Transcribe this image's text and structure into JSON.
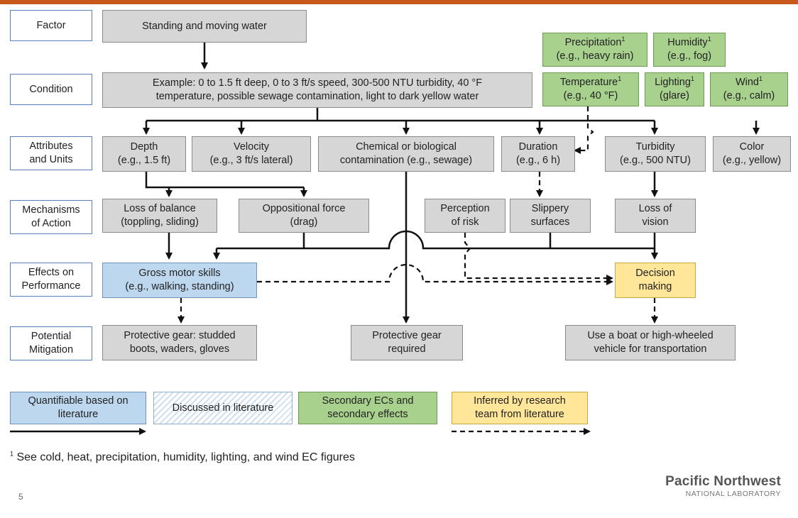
{
  "rows": {
    "factor": "Factor",
    "condition": "Condition",
    "attributes": "Attributes\nand Units",
    "mechanisms": "Mechanisms\nof Action",
    "effects": "Effects on\nPerformance",
    "mitigation": "Potential\nMitigation"
  },
  "factor": {
    "name": "Standing and moving water"
  },
  "condition": {
    "text": "Example: 0 to 1.5 ft deep, 0 to 3 ft/s speed, 300-500 NTU turbidity, 40 °F\ntemperature, possible sewage contamination, light to dark yellow water"
  },
  "secondary": {
    "precipitation": {
      "name": "Precipitation",
      "example": "(e.g., heavy rain)"
    },
    "humidity": {
      "name": "Humidity",
      "example": "(e.g., fog)"
    },
    "temperature": {
      "name": "Temperature",
      "example": "(e.g., 40 °F)"
    },
    "lighting": {
      "name": "Lighting",
      "example": "(glare)"
    },
    "wind": {
      "name": "Wind",
      "example": "(e.g., calm)"
    },
    "marker": "1"
  },
  "attributes": {
    "depth": "Depth\n(e.g., 1.5 ft)",
    "velocity": "Velocity\n(e.g., 3 ft/s lateral)",
    "contamination": "Chemical or biological\ncontamination (e.g., sewage)",
    "duration": "Duration\n(e.g., 6 h)",
    "turbidity": "Turbidity\n(e.g., 500 NTU)",
    "color": "Color\n(e.g., yellow)"
  },
  "mechanisms": {
    "balance": "Loss of balance\n(toppling, sliding)",
    "force": "Oppositional force\n(drag)",
    "risk": "Perception\nof risk",
    "slippery": "Slippery\nsurfaces",
    "vision": "Loss of\nvision"
  },
  "effects": {
    "gross_motor": "Gross motor skills\n(e.g., walking, standing)",
    "decision": "Decision\nmaking"
  },
  "mitigation": {
    "gear_studded": "Protective gear: studded\nboots, waders, gloves",
    "gear_required": "Protective gear\nrequired",
    "transport": "Use a boat or high-wheeled\nvehicle for transportation"
  },
  "legend": {
    "quantifiable": "Quantifiable based on\nliterature",
    "discussed": "Discussed in literature",
    "secondary": "Secondary ECs and\nsecondary effects",
    "inferred": "Inferred by research\nteam from literature"
  },
  "footnote": {
    "marker": "1",
    "text": " See cold, heat, precipitation, humidity, lighting, and wind EC figures"
  },
  "page_number": "5",
  "logo": {
    "main": "Pacific Northwest",
    "sub": "NATIONAL LABORATORY"
  },
  "colors": {
    "accent_bar": "#c8571b",
    "gray_box": "#d6d6d6",
    "green_box": "#a9d18e",
    "blue_box": "#bdd7ee",
    "yellow_box": "#ffe699",
    "row_label_border": "#5b7fb5"
  }
}
